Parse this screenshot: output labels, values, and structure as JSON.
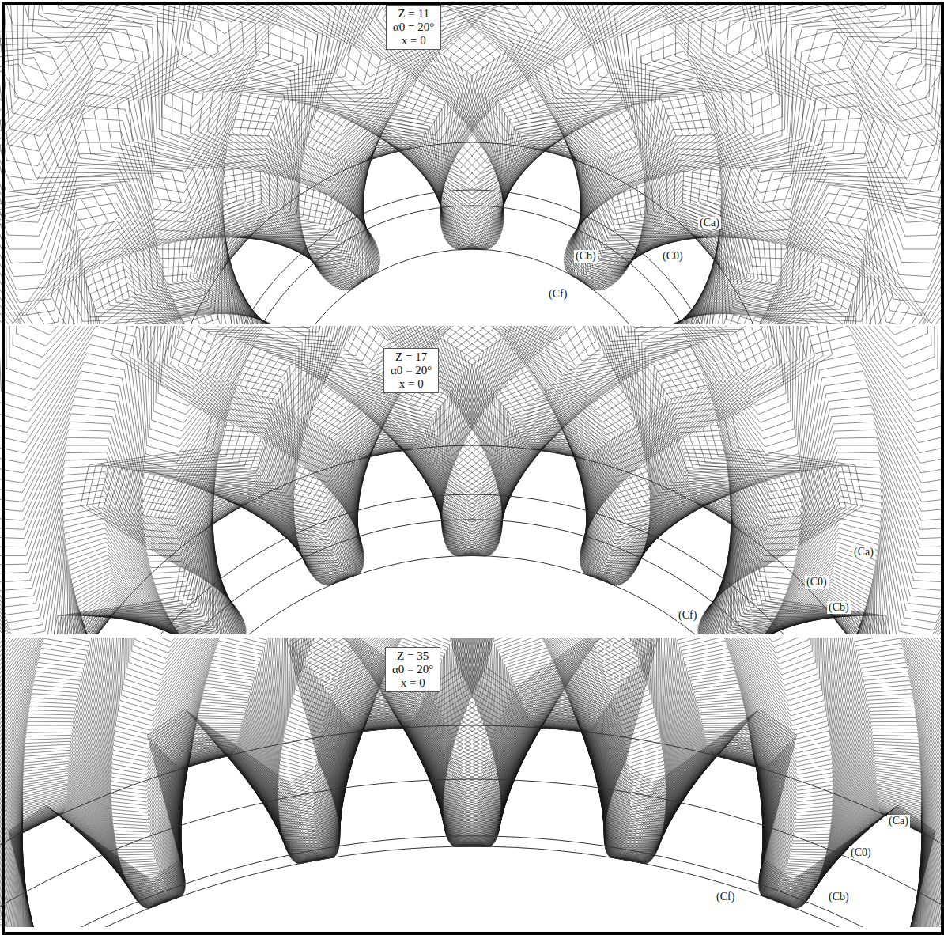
{
  "diagram": {
    "nodes": [
      {
        "text": [
          "Z = 11",
          "α0 = 20°",
          "x = 0"
        ]
      },
      {
        "text": [
          "Z = 17",
          "α0 = 20°",
          "x = 0"
        ]
      },
      {
        "text": [
          "Z = 35",
          "α0 = 20°",
          "x = 0"
        ]
      }
    ],
    "labels": [
      "(Ca)",
      "(Cb)",
      "(C0)",
      "(Cf)",
      "(Ca)",
      "(C0)",
      "(Cb)",
      "(Cf)",
      "(Ca)",
      "(C0)",
      "(Cf)",
      "(Cb)"
    ]
  }
}
